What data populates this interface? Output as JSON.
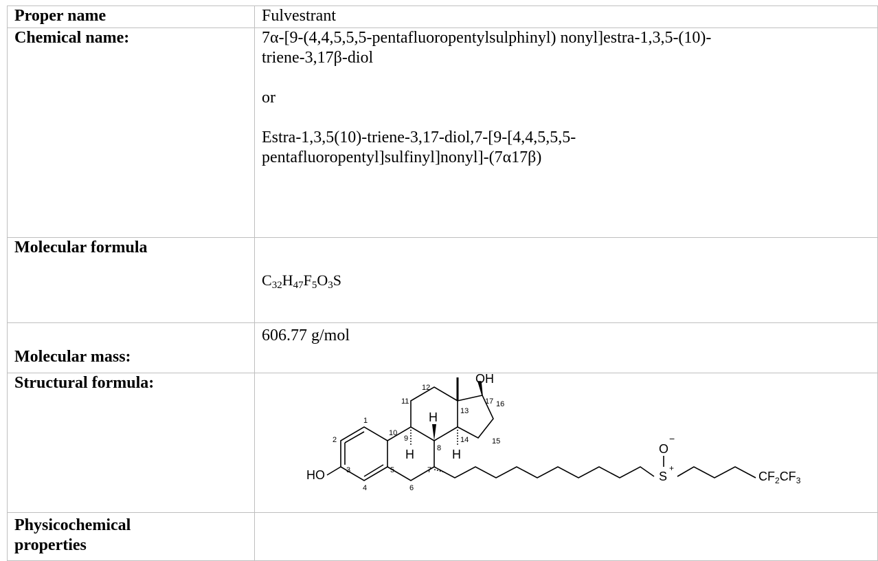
{
  "rows": {
    "proper_name": {
      "label": "Proper name",
      "value": "Fulvestrant"
    },
    "chemical_name": {
      "label": "Chemical name:",
      "line1": "7α-[9-(4,4,5,5,5-pentafluoropentylsulphinyl) nonyl]estra-1,3,5-(10)-",
      "line2": "triene-3,17β-diol",
      "or": "or",
      "line3": "Estra-1,3,5(10)-triene-3,17-diol,7-[9-[4,4,5,5,5-",
      "line4": "pentafluoropentyl]sulfinyl]nonyl]-(7α17β)"
    },
    "molecular_formula": {
      "label": "Molecular formula",
      "parts": {
        "c": "C",
        "c_n": "32",
        "h": "H",
        "h_n": "47",
        "f": "F",
        "f_n": "5",
        "o": "O",
        "o_n": "3",
        "s": "S"
      }
    },
    "molecular_mass": {
      "label": "Molecular mass:",
      "value": "606.77 g/mol"
    },
    "structural_formula": {
      "label": "Structural formula:",
      "atoms": {
        "oh": "OH",
        "ho": "HO",
        "h1": "H",
        "h2": "H",
        "h3": "H",
        "o": "O",
        "minus": "−",
        "s": "S",
        "plus": "+",
        "cf": "CF",
        "cf_n": "2",
        "cf2": "CF",
        "cf2_n": "3"
      },
      "numbers": {
        "n1": "1",
        "n2": "2",
        "n3": "3",
        "n4": "4",
        "n5": "5",
        "n6": "6",
        "n7": "7",
        "n8": "8",
        "n9": "9",
        "n10": "10",
        "n11": "11",
        "n12": "12",
        "n13": "13",
        "n14": "14",
        "n15": "15",
        "n16": "16",
        "n17": "17"
      }
    },
    "physicochemical": {
      "label1": "Physicochemical",
      "label2": "properties"
    }
  }
}
